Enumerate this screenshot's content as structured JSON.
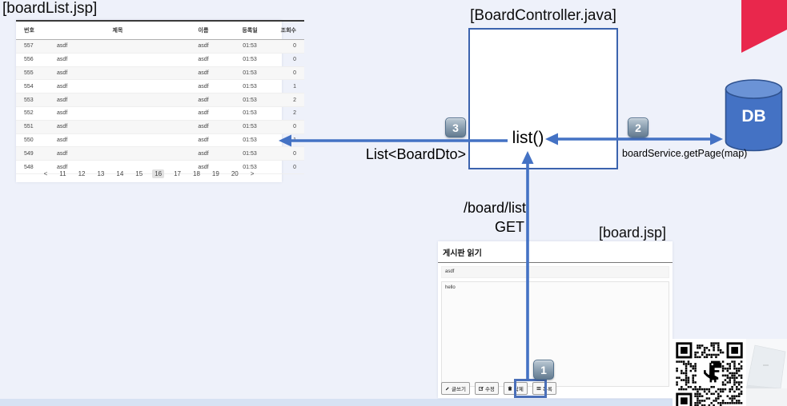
{
  "titles": {
    "board_list": "[boardList.jsp]",
    "controller": "[BoardController.java]",
    "board_view": "[board.jsp]"
  },
  "board_list": {
    "columns": [
      "번호",
      "제목",
      "이름",
      "등록일",
      "조회수"
    ],
    "rows": [
      {
        "no": "557",
        "title": "asdf",
        "name": "asdf",
        "date": "01:53",
        "views": "0"
      },
      {
        "no": "556",
        "title": "asdf",
        "name": "asdf",
        "date": "01:53",
        "views": "0"
      },
      {
        "no": "555",
        "title": "asdf",
        "name": "asdf",
        "date": "01:53",
        "views": "0"
      },
      {
        "no": "554",
        "title": "asdf",
        "name": "asdf",
        "date": "01:53",
        "views": "1"
      },
      {
        "no": "553",
        "title": "asdf",
        "name": "asdf",
        "date": "01:53",
        "views": "2"
      },
      {
        "no": "552",
        "title": "asdf",
        "name": "asdf",
        "date": "01:53",
        "views": "2"
      },
      {
        "no": "551",
        "title": "asdf",
        "name": "asdf",
        "date": "01:53",
        "views": "0"
      },
      {
        "no": "550",
        "title": "asdf",
        "name": "asdf",
        "date": "01:53",
        "views": "1"
      },
      {
        "no": "549",
        "title": "asdf",
        "name": "asdf",
        "date": "01:53",
        "views": "0"
      },
      {
        "no": "548",
        "title": "asdf",
        "name": "asdf",
        "date": "01:53",
        "views": "0"
      }
    ],
    "pagination": {
      "prev": "<",
      "pages": [
        "11",
        "12",
        "13",
        "14",
        "15",
        "16",
        "17",
        "18",
        "19",
        "20"
      ],
      "next": ">",
      "current": "16"
    }
  },
  "controller": {
    "method_label": "list()"
  },
  "db": {
    "label": "DB"
  },
  "flow": {
    "step1": {
      "badge": "1",
      "url": "/board/list",
      "http_method": "GET"
    },
    "step2": {
      "badge": "2",
      "label": "boardService.getPage(map)"
    },
    "step3": {
      "badge": "3",
      "label": "List<BoardDto>"
    }
  },
  "board_view": {
    "heading": "게시판 읽기",
    "subject": "asdf",
    "content": "hello",
    "buttons": [
      {
        "icon": "pencil-icon",
        "label": "글쓰기"
      },
      {
        "icon": "edit-icon",
        "label": "수정"
      },
      {
        "icon": "trash-icon",
        "label": "삭제"
      },
      {
        "icon": "list-icon",
        "label": "목록"
      }
    ]
  },
  "colors": {
    "accent": "#4472c4",
    "db_fill": "#4472c4",
    "db_top": "#6b93d6",
    "db_stroke": "#2f528f",
    "ribbon": "#e9274c",
    "background": "#eef1fa"
  }
}
